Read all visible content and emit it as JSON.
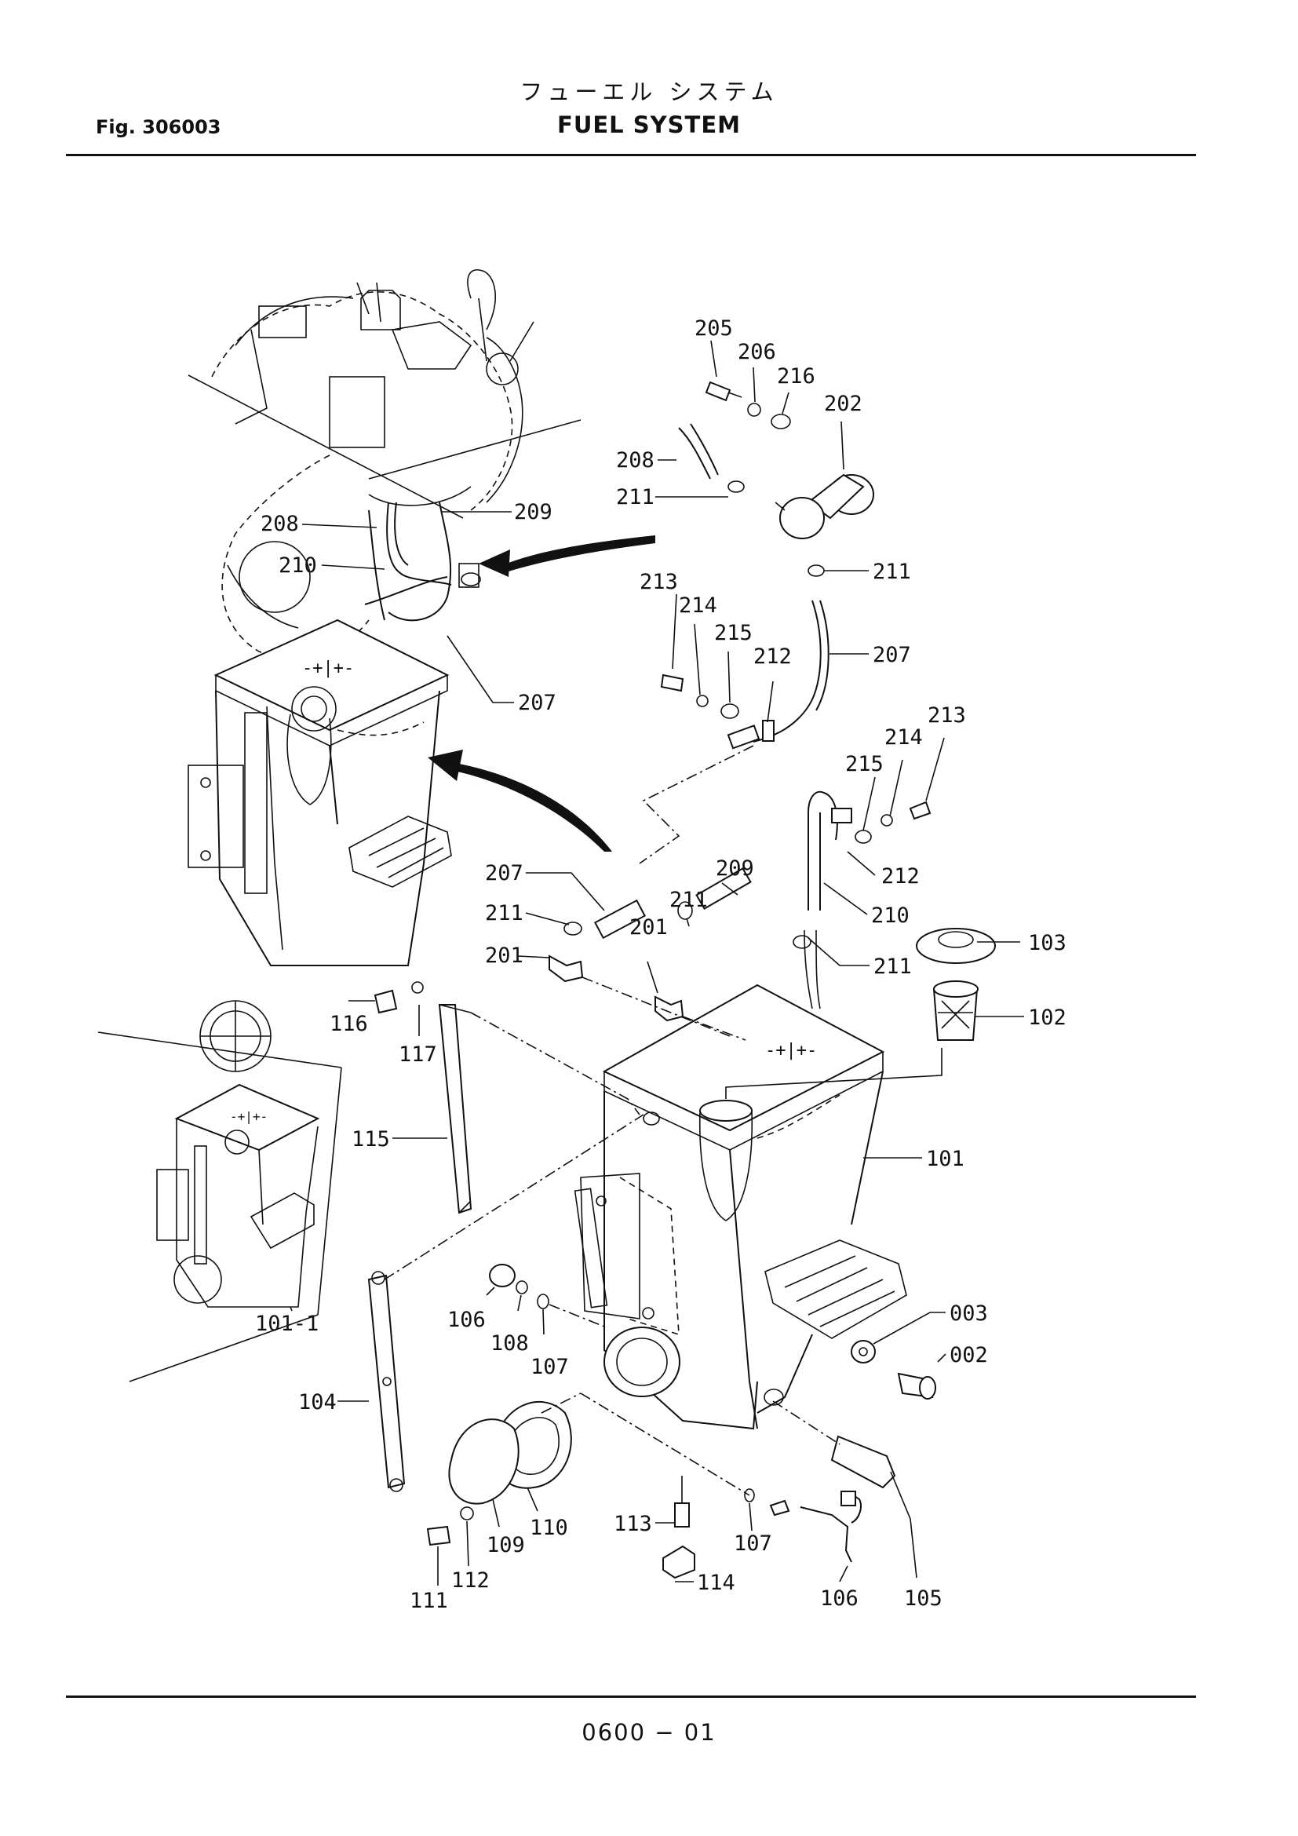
{
  "header": {
    "fig_label": "Fig. 306003",
    "title_jp": "フューエル システム",
    "title_en": "FUEL SYSTEM"
  },
  "footer": {
    "page_number": "0600 − 01"
  },
  "callouts": {
    "c205": "205",
    "c206": "206",
    "c216": "216",
    "c202": "202",
    "c208a": "208",
    "c211a": "211",
    "c211b": "211",
    "c207a": "207",
    "c213a": "213",
    "c214a": "214",
    "c215a": "215",
    "c212a": "212",
    "c208b": "208",
    "c209a": "209",
    "c210a": "210",
    "c207b": "207",
    "c213b": "213",
    "c214b": "214",
    "c215b": "215",
    "c212b": "212",
    "c210b": "210",
    "c211c": "211",
    "c209b": "209",
    "c207c": "207",
    "c211d": "211",
    "c211e": "211",
    "c201a": "201",
    "c201b": "201",
    "c103": "103",
    "c102": "102",
    "c101": "101",
    "c116": "116",
    "c117": "117",
    "c115": "115",
    "c101_1": "101-1",
    "c106a": "106",
    "c108": "108",
    "c107a": "107",
    "c003": "003",
    "c002": "002",
    "c104": "104",
    "c105": "105",
    "c106b": "106",
    "c107b": "107",
    "c110": "110",
    "c109": "109",
    "c111": "111",
    "c112": "112",
    "c113": "113",
    "c114": "114"
  }
}
